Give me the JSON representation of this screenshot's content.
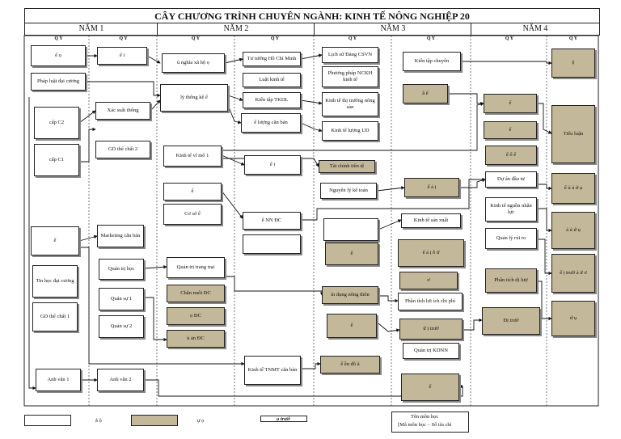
{
  "title": "CÂY CHƯƠNG TRÌNH CHUYÊN NGÀNH: KINH TẾ NÔNG NGHIỆP 20",
  "years": [
    "NĂM 1",
    "NĂM 2",
    "NĂM 3",
    "NĂM 4"
  ],
  "semester_headers": [
    "Q   Y",
    "Q   Y",
    "Q   Y",
    "Q   Y",
    "Q   Y",
    "Q   Y",
    "Q   Y",
    "Q   Y"
  ],
  "courses": [
    {
      "id": "c1",
      "label": "ế   ọ",
      "optional": false
    },
    {
      "id": "c2",
      "label": "Pháp luật đại cương",
      "optional": false
    },
    {
      "id": "c3",
      "label": "cấp C2",
      "optional": false
    },
    {
      "id": "c4",
      "label": "cấp C1",
      "optional": false
    },
    {
      "id": "c5",
      "label": "ế",
      "optional": false
    },
    {
      "id": "c6",
      "label": "Tin học đại cương",
      "optional": false
    },
    {
      "id": "c7",
      "label": "GD thể chất 1",
      "optional": false
    },
    {
      "id": "c8",
      "label": "Anh văn 1",
      "optional": false
    },
    {
      "id": "c9",
      "label": "ế   i",
      "optional": false
    },
    {
      "id": "c10",
      "label": "Xác suất thống",
      "optional": false
    },
    {
      "id": "c11",
      "label": "GD thể chất 2",
      "optional": false
    },
    {
      "id": "c12",
      "label": "Marketing căn bản",
      "optional": false
    },
    {
      "id": "c13",
      "label": "Quản trị học",
      "optional": false
    },
    {
      "id": "c14",
      "label": "Quản sự 1",
      "optional": false
    },
    {
      "id": "c15",
      "label": "Quản sự 2",
      "optional": false
    },
    {
      "id": "c16",
      "label": "Anh văn 2",
      "optional": false
    },
    {
      "id": "c17",
      "label": "ủ nghĩa xã hộ ọ",
      "optional": false
    },
    {
      "id": "c18",
      "label": "lý thống kê ế",
      "optional": false
    },
    {
      "id": "c19",
      "label": "Kinh tế vĩ mô 1",
      "optional": false
    },
    {
      "id": "c20",
      "label": "ế",
      "optional": false
    },
    {
      "id": "c21",
      "label": "Cơ sở   ế",
      "optional": false
    },
    {
      "id": "c22",
      "label": "Quản trị trang trại",
      "optional": false
    },
    {
      "id": "c23",
      "label": "Chăn nuôi ĐC",
      "optional": true
    },
    {
      "id": "c24",
      "label": "ọ   ĐC",
      "optional": true
    },
    {
      "id": "c25",
      "label": "ủ   ản ĐC",
      "optional": true
    },
    {
      "id": "c26",
      "label": "Tư tưởng Hồ Chí Minh",
      "optional": false
    },
    {
      "id": "c27",
      "label": "Luật kinh tế",
      "optional": false
    },
    {
      "id": "c28",
      "label": "Kiến tập TKDL",
      "optional": false
    },
    {
      "id": "c29",
      "label": "ế lượng căn bản",
      "optional": false
    },
    {
      "id": "c30",
      "label": "ế   i",
      "optional": false
    },
    {
      "id": "c31",
      "label": "ế NN ĐC",
      "optional": false
    },
    {
      "id": "c32",
      "label": "",
      "optional": false
    },
    {
      "id": "c33",
      "label": "Kinh tế TNMT căn bản",
      "optional": false
    },
    {
      "id": "c34",
      "label": "Lịch sử Đảng CSVN",
      "optional": false
    },
    {
      "id": "c35",
      "label": "Phương pháp NCKH kinh tế",
      "optional": false
    },
    {
      "id": "c36",
      "label": "Kinh tế thị trường nông sản",
      "optional": false
    },
    {
      "id": "c37",
      "label": "Kinh tế lượng UD",
      "optional": false
    },
    {
      "id": "c38",
      "label": "Tài chính tiền tệ",
      "optional": true
    },
    {
      "id": "c39",
      "label": "Nguyên lý kế toán",
      "optional": false
    },
    {
      "id": "c40",
      "label": "",
      "optional": false
    },
    {
      "id": "c41",
      "label": "ế",
      "optional": true
    },
    {
      "id": "c42",
      "label": "ín dụng nông thôn",
      "optional": true
    },
    {
      "id": "c43",
      "label": "ế",
      "optional": true
    },
    {
      "id": "c44",
      "label": "ế   ền đô   ã",
      "optional": true
    },
    {
      "id": "c45",
      "label": "Kiến tập chuyên",
      "optional": false
    },
    {
      "id": "c46",
      "label": "ă   ế",
      "optional": true
    },
    {
      "id": "c47",
      "label": "ế   ả   ị",
      "optional": true
    },
    {
      "id": "c48",
      "label": "Kinh tế sản xuất",
      "optional": false
    },
    {
      "id": "c49",
      "label": "ế   ả   ị   ỗ   ứ",
      "optional": true
    },
    {
      "id": "c50",
      "label": "ơ",
      "optional": true
    },
    {
      "id": "c51",
      "label": "Phân tích lợi ích chi phí",
      "optional": false
    },
    {
      "id": "c52",
      "label": "ứ   ị trườ",
      "optional": true
    },
    {
      "id": "c53",
      "label": "Quản trị KDNN",
      "optional": false
    },
    {
      "id": "c54",
      "label": "ế",
      "optional": true
    },
    {
      "id": "c55",
      "label": "ế",
      "optional": true
    },
    {
      "id": "c56",
      "label": "ế",
      "optional": true
    },
    {
      "id": "c57",
      "label": "ế   ố   ế",
      "optional": true
    },
    {
      "id": "c58",
      "label": "Dự án đầu tư",
      "optional": false
    },
    {
      "id": "c59",
      "label": "Kinh tế nguồn nhân lực",
      "optional": false
    },
    {
      "id": "c60",
      "label": "Quản lý rủi ro",
      "optional": false
    },
    {
      "id": "c61",
      "label": "Phân tích dị lượ",
      "optional": true
    },
    {
      "id": "c62",
      "label": "Đị   trườ",
      "optional": true
    },
    {
      "id": "c63",
      "label": "ệ",
      "optional": true
    },
    {
      "id": "c64",
      "label": "Tiểu luận",
      "optional": true
    },
    {
      "id": "c65",
      "label": "ế   ủ   ả   ứ   ụ",
      "optional": true
    },
    {
      "id": "c66",
      "label": "ả   ủ   ứ   ụ",
      "optional": true
    },
    {
      "id": "c67",
      "label": "ế   ị trườ   ả   ứ   ơ",
      "optional": true
    },
    {
      "id": "c68",
      "label": "ứ   ụ",
      "optional": true
    }
  ],
  "legend": {
    "required_label": "ắ   ộ",
    "optional_label": "ự   ọ",
    "prereq_label": "ọ   trướ",
    "format_line1": "Tên môn học",
    "format_line2": "[Mã môn học – Số tín chỉ"
  },
  "colors": {
    "optional_fill": "#c4b89a",
    "border": "#222222"
  }
}
